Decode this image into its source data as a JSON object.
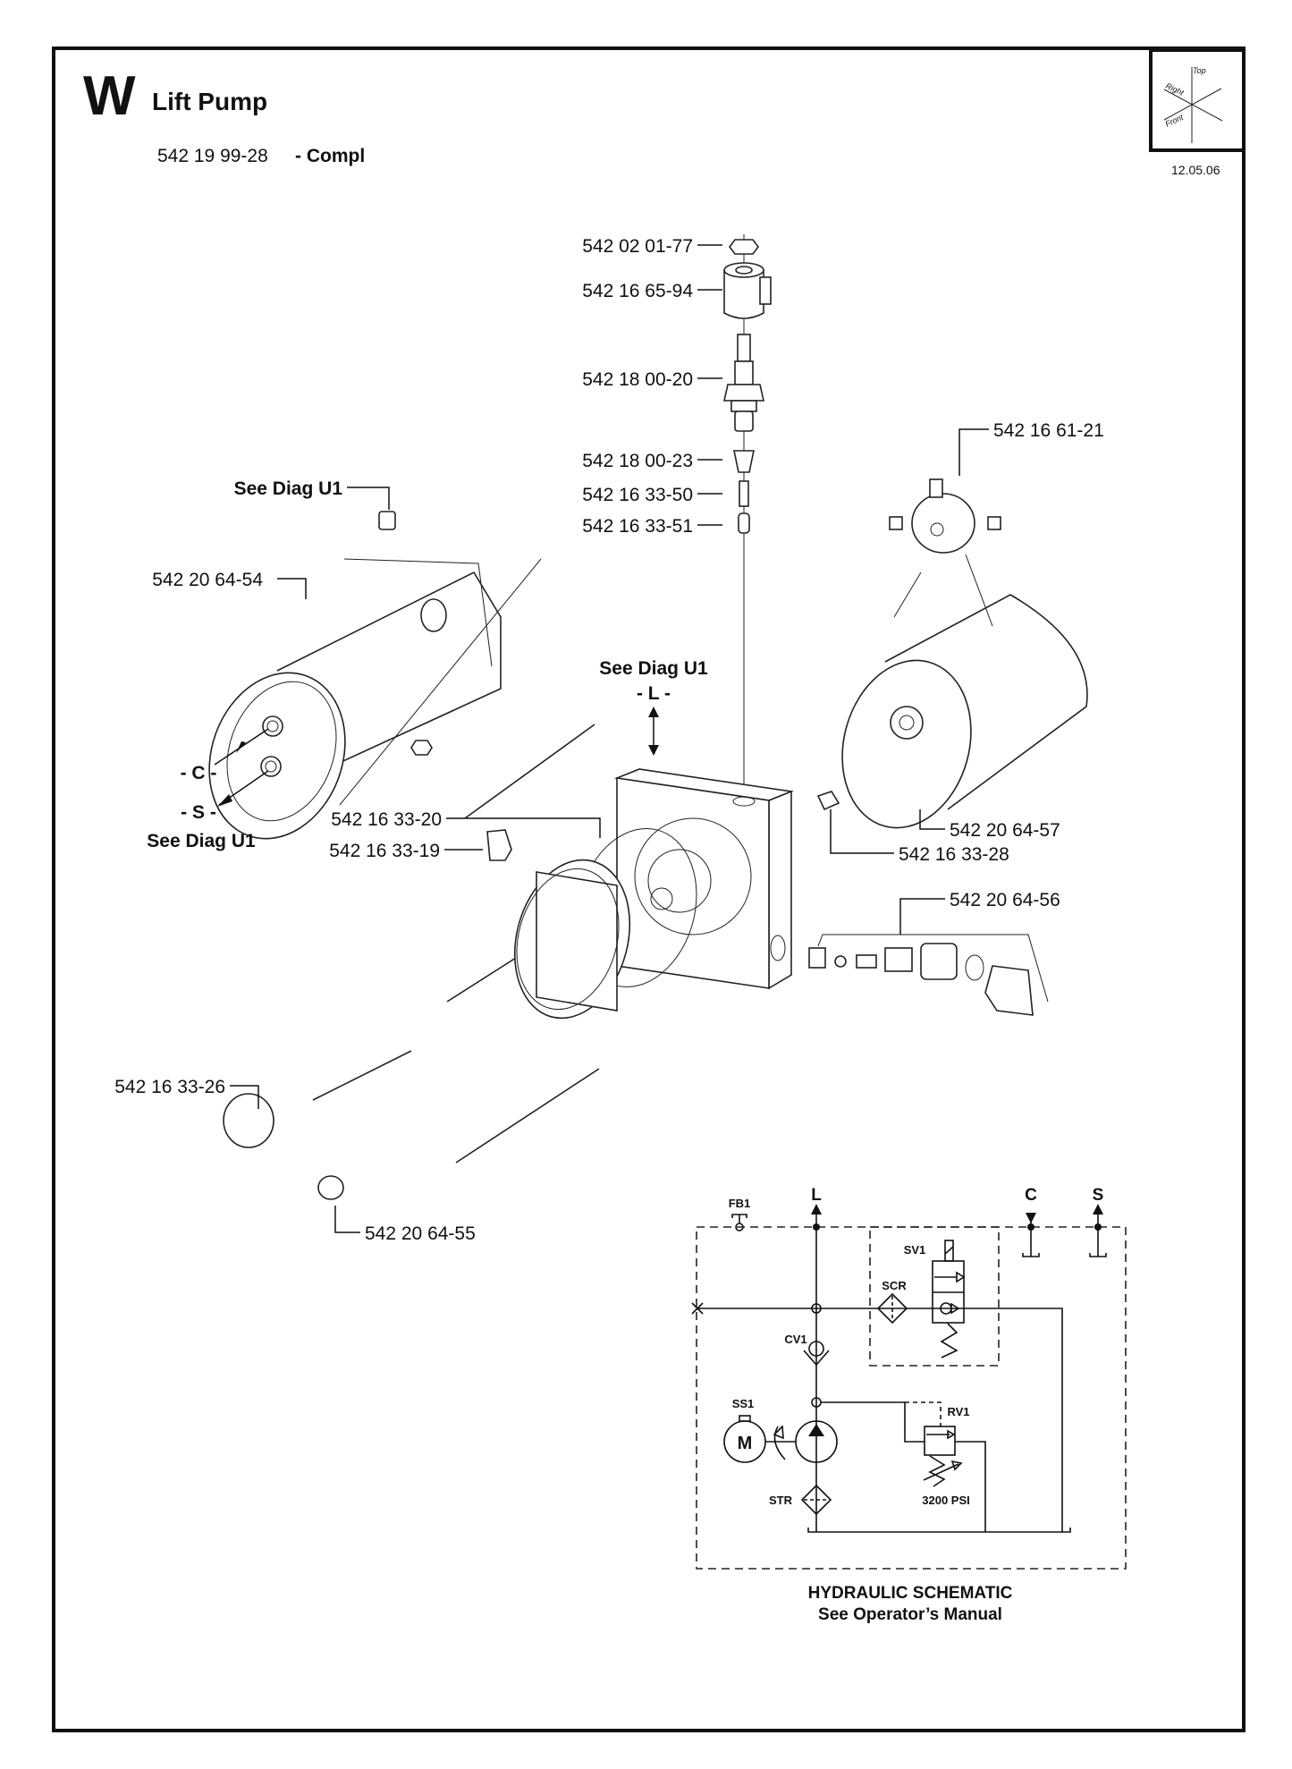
{
  "header": {
    "letter": "W",
    "title": "Lift Pump",
    "assembly_number": "542 19 99-28",
    "assembly_suffix": "- Compl",
    "date": "12.05.06"
  },
  "orientation": {
    "top": "Top",
    "right": "Right",
    "front": "Front"
  },
  "callouts": {
    "nut": "542 02 01-77",
    "coil": "542 16 65-94",
    "valve_stem": "542 18 00-20",
    "screen": "542 18 00-23",
    "spring": "542 16 33-50",
    "poppet": "542 16 33-51",
    "solenoid": "542 16 61-21",
    "see_diag_top": "See Diag U1",
    "reservoir": "542 20 64-54",
    "see_diag_l": "See Diag U1",
    "port_l": "- L -",
    "port_c": "- C -",
    "port_s": "- S -",
    "see_diag_cs": "See Diag U1",
    "oring": "542 16 33-20",
    "fitting": "542 16 33-19",
    "motor": "542 20 64-57",
    "coupler": "542 16 33-28",
    "relief_kit": "542 20 64-56",
    "filter": "542 16 33-26",
    "plug": "542 20 64-55"
  },
  "schematic": {
    "ports": {
      "l": "L",
      "c": "C",
      "s": "S"
    },
    "labels": {
      "fb1": "FB1",
      "sv1": "SV1",
      "scr": "SCR",
      "cv1": "CV1",
      "ss1": "SS1",
      "motor": "M",
      "rv1": "RV1",
      "str": "STR",
      "pressure": "3200 PSI"
    },
    "title": "HYDRAULIC SCHEMATIC",
    "subtitle": "See Operator’s Manual"
  }
}
